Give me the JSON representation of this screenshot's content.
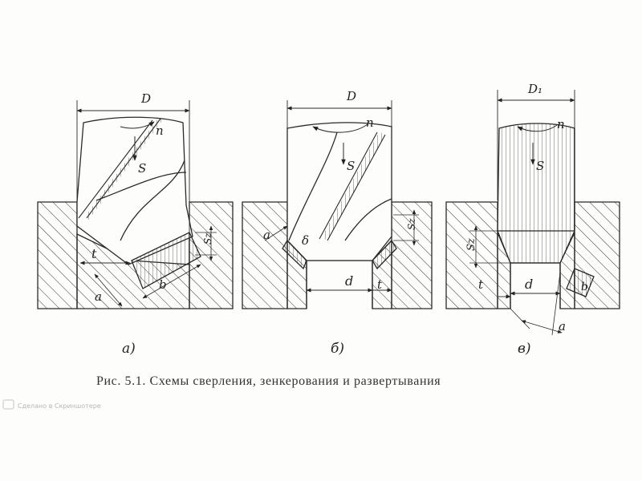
{
  "caption": "Рис. 5.1. Схемы сверления, зенкерования и развертывания",
  "watermark": "Сделано в Cкриншотере",
  "panel_a": {
    "label": "а)",
    "dim_D": "D",
    "n": "n",
    "s": "S",
    "t": "t",
    "a": "a",
    "b": "b",
    "sz": "Sz"
  },
  "panel_b": {
    "label": "б)",
    "dim_D": "D",
    "n": "n",
    "s": "S",
    "a": "a",
    "delta": "δ",
    "d": "d",
    "t": "t",
    "sz": "Sz"
  },
  "panel_v": {
    "label": "в)",
    "dim_D1": "D₁",
    "n": "n",
    "s": "S",
    "sz": "Sz",
    "t": "t",
    "d": "d",
    "b": "b",
    "a": "a"
  },
  "colors": {
    "ink": "#2a2a2a",
    "paper": "#fdfdfb"
  }
}
